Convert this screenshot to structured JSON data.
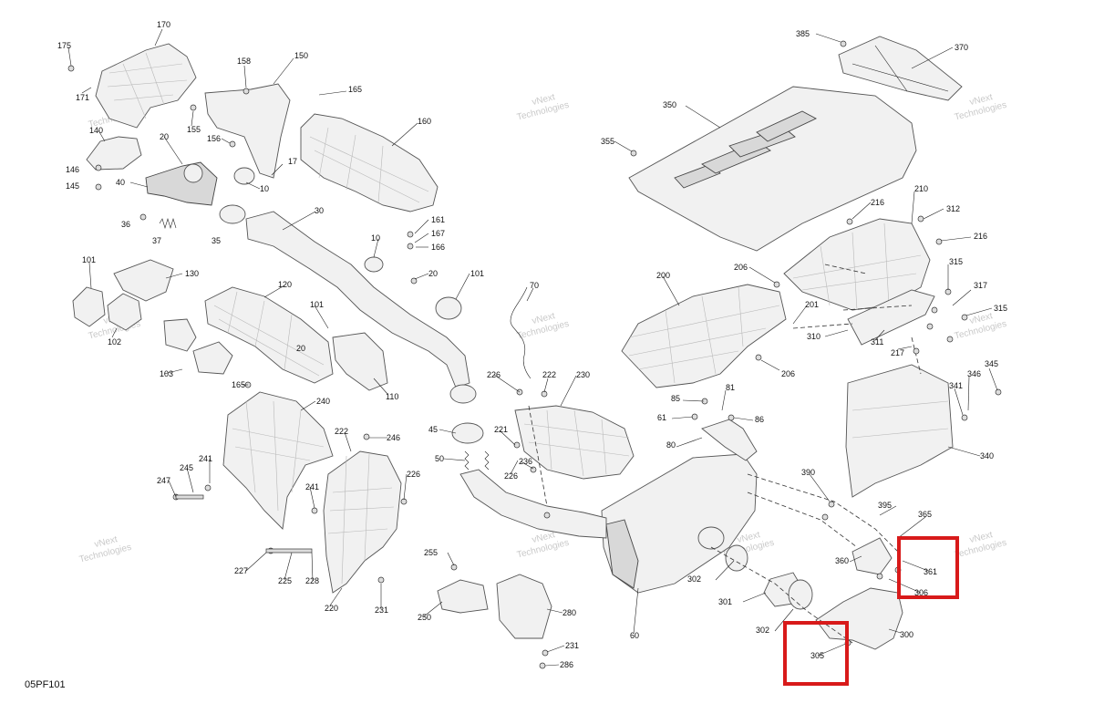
{
  "diagram_code": "05PF101",
  "watermark_line1": "vNext",
  "watermark_line2": "Technologies",
  "highlight_color": "#d81a1a",
  "part_numbers": {
    "p175": "175",
    "p171": "171",
    "p170": "170",
    "p158": "158",
    "p150": "150",
    "p165a": "165",
    "p155": "155",
    "p156": "156",
    "p160": "160",
    "p20a": "20",
    "p10a": "10",
    "p17": "17",
    "p140": "140",
    "p146": "146",
    "p145": "145",
    "p40": "40",
    "p36": "36",
    "p37": "37",
    "p35": "35",
    "p30": "30",
    "p161": "161",
    "p167": "167",
    "p166": "166",
    "p10b": "10",
    "p20b": "20",
    "p101a": "101",
    "p101b": "101",
    "p101c": "101",
    "p130": "130",
    "p102": "102",
    "p120": "120",
    "p20c": "20",
    "p103": "103",
    "p110": "110",
    "p165b": "165",
    "p240": "240",
    "p222a": "222",
    "p246": "246",
    "p241a": "241",
    "p245": "245",
    "p247": "247",
    "p226a": "226",
    "p241b": "241",
    "p227": "227",
    "p225": "225",
    "p228": "228",
    "p220": "220",
    "p231a": "231",
    "p45": "45",
    "p50": "50",
    "p70": "70",
    "p226b": "226",
    "p222b": "222",
    "p230": "230",
    "p221": "221",
    "p236": "236",
    "p226c": "226",
    "p255": "255",
    "p250": "250",
    "p280": "280",
    "p231b": "231",
    "p286": "286",
    "p60": "60",
    "p385": "385",
    "p370": "370",
    "p350": "350",
    "p355": "355",
    "p210": "210",
    "p216a": "216",
    "p312": "312",
    "p216b": "216",
    "p200": "200",
    "p206a": "206",
    "p201": "201",
    "p315a": "315",
    "p317": "317",
    "p315b": "315",
    "p310": "310",
    "p311": "311",
    "p217": "217",
    "p206b": "206",
    "p345": "345",
    "p346": "346",
    "p341": "341",
    "p340": "340",
    "p85": "85",
    "p81": "81",
    "p61": "61",
    "p86": "86",
    "p80": "80",
    "p390": "390",
    "p395": "395",
    "p365": "365",
    "p360": "360",
    "p361": "361",
    "p306": "306",
    "p302a": "302",
    "p301": "301",
    "p302b": "302",
    "p300": "300",
    "p305": "305"
  }
}
